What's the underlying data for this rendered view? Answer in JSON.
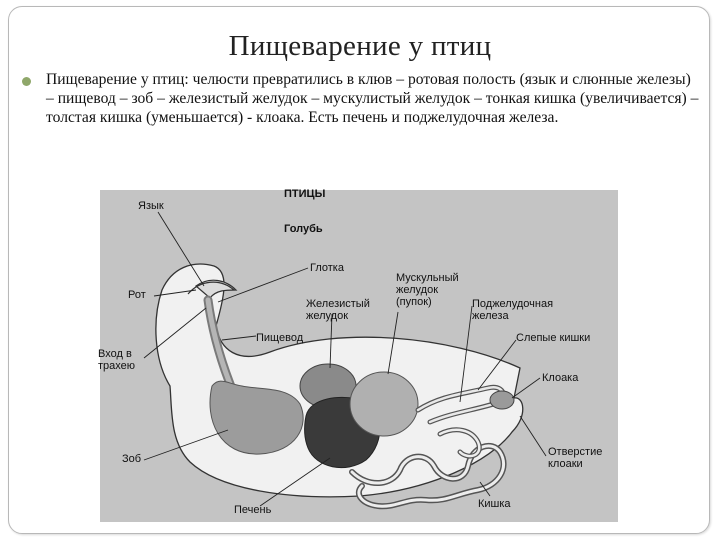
{
  "slide": {
    "title": "Пищеварение у птиц",
    "bullet": "Пищеварение у птиц: челюсти превратились в клюв – ротовая полость (язык и слюнные железы) – пищевод – зоб – железистый желудок – мускулистый желудок – тонкая кишка (увеличивается) – толстая кишка (уменьшается) - клоака. Есть печень и поджелудочная железа.",
    "bullet_color": "#8fa76a"
  },
  "diagram": {
    "background": "#c4c4c4",
    "title": "ПТИЦЫ",
    "subtitle": "Голубь",
    "labels": {
      "tongue": "Язык",
      "mouth": "Рот",
      "pharynx": "Глотка",
      "trachea_entry": "Вход в\nтрахею",
      "esophagus": "Пищевод",
      "glandular_stomach": "Железистый\nжелудок",
      "muscular_stomach": "Мускульный\nжелудок\n(пупок)",
      "pancreas": "Поджелудочная\nжелеза",
      "caeca": "Слепые кишки",
      "cloaca": "Клоака",
      "cloaca_opening": "Отверстие\nклоаки",
      "crop": "Зоб",
      "liver": "Печень",
      "intestine": "Кишка"
    }
  }
}
